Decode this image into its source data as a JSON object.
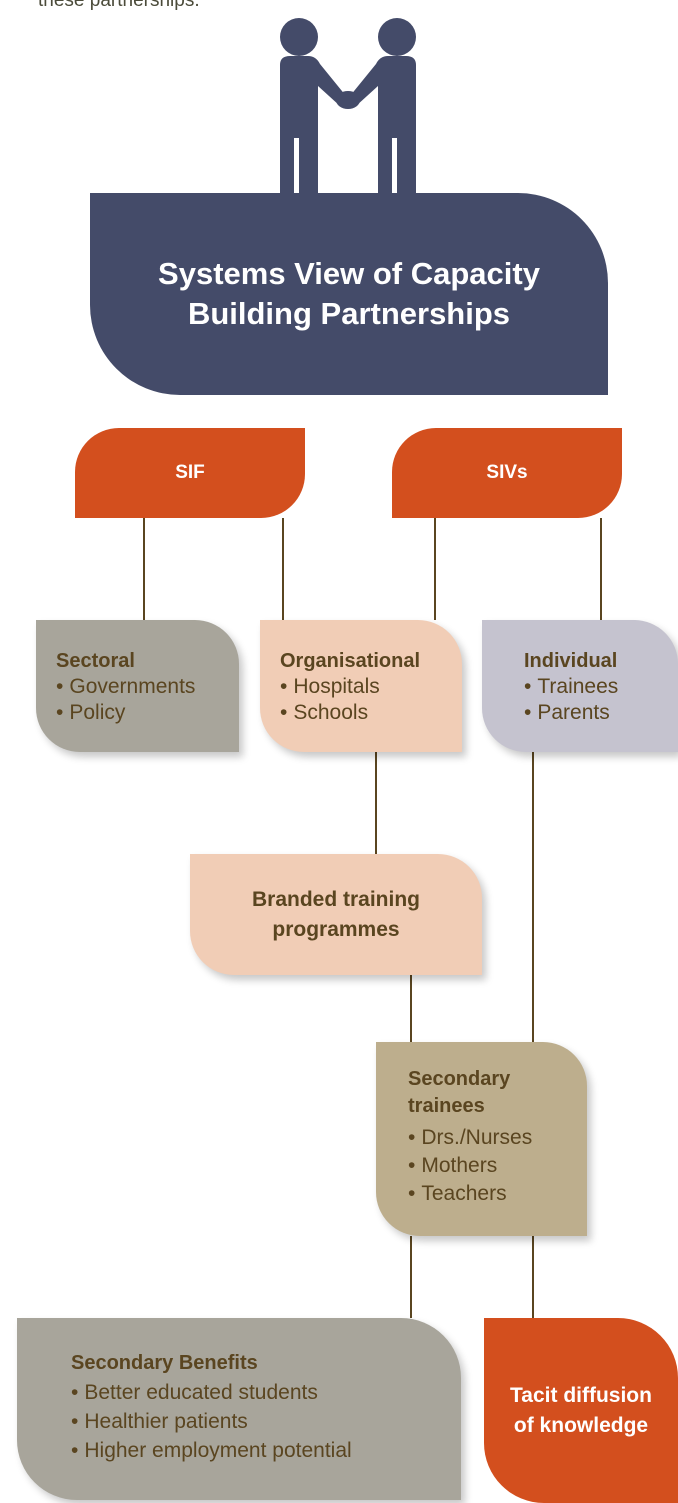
{
  "caption": "these partnerships.",
  "title": "Systems View of Capacity\nBuilding Partnerships",
  "sif_label": "SIF",
  "sivs_label": "SIVs",
  "sectoral": {
    "title": "Sectoral",
    "items": [
      "Governments",
      "Policy"
    ]
  },
  "organisational": {
    "title": "Organisational",
    "items": [
      "Hospitals",
      "Schools"
    ]
  },
  "individual": {
    "title": "Individual",
    "items": [
      "Trainees",
      "Parents"
    ]
  },
  "branded": "Branded training\nprogrammes",
  "secondary_trainees": {
    "title": "Secondary\ntrainees",
    "items": [
      "Drs./Nurses",
      "Mothers",
      "Teachers"
    ]
  },
  "secondary_benefits": {
    "title": "Secondary Benefits",
    "items": [
      "Better educated students",
      "Healthier patients",
      "Higher employment potential"
    ]
  },
  "tacit": "Tacit diffusion\nof knowledge",
  "colors": {
    "navy": "#444b69",
    "orange": "#d34f1e",
    "gray": "#a8a59b",
    "peach": "#f1cdb6",
    "lilac": "#c5c3cf",
    "tan": "#bdae8d",
    "connector": "#5a4520"
  }
}
